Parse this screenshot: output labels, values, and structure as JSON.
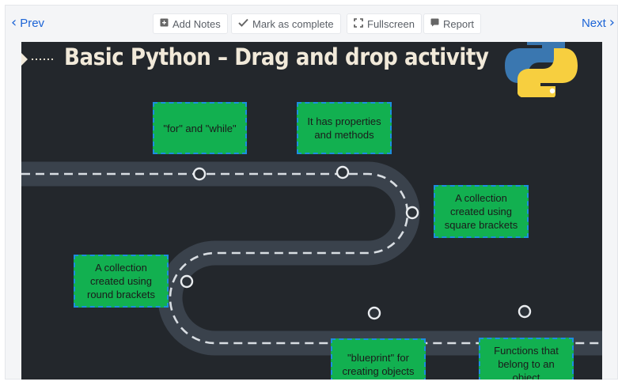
{
  "toolbar": {
    "prev_label": "Prev",
    "next_label": "Next",
    "add_notes_label": "Add Notes",
    "mark_complete_label": "Mark as complete",
    "fullscreen_label": "Fullscreen",
    "report_label": "Report"
  },
  "slide": {
    "title": "Basic Python – Drag and drop activity",
    "cards": [
      "\"for\" and \"while\"",
      "It has properties and methods",
      "A collection created using square brackets",
      "A collection created using round brackets",
      "\"blueprint\" for creating objects",
      "Functions that belong to an object"
    ]
  },
  "colors": {
    "link": "#1c64d6",
    "slide_bg": "#23272c",
    "card_fill": "#12b050",
    "card_border": "#1c8ee0",
    "title": "#f1e9d9"
  },
  "icons": {
    "prev": "chevron-left-icon",
    "next": "chevron-right-icon",
    "notes": "note-icon",
    "complete": "check-icon",
    "fullscreen": "fullscreen-icon",
    "report": "flag-icon"
  }
}
